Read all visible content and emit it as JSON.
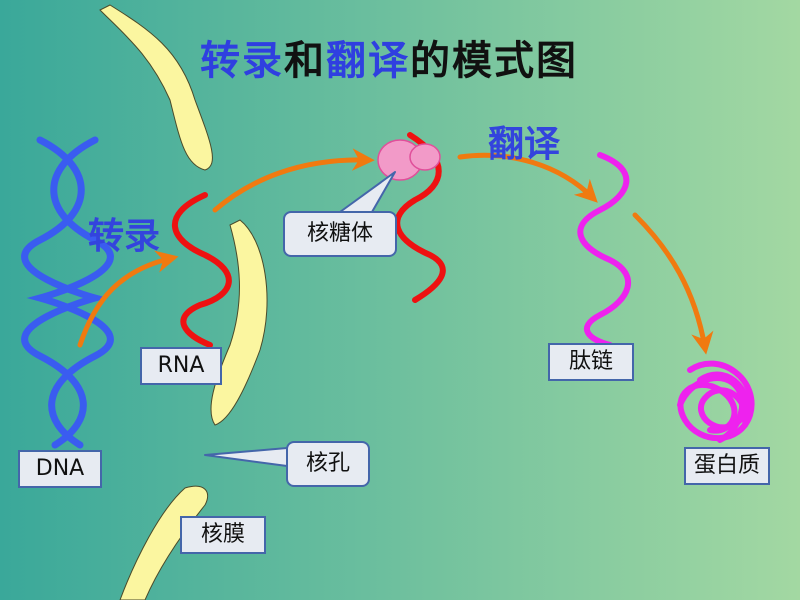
{
  "title": {
    "part1": "转录",
    "part2": "和",
    "part3": "翻译",
    "part4": "的模式图",
    "highlight_color": "#2f3fe0",
    "plain_color": "#111111"
  },
  "labels": {
    "transcription": "转录",
    "translation": "翻译",
    "dna": "DNA",
    "rna": "RNA",
    "ribosome": "核糖体",
    "peptide_chain": "肽链",
    "nuclear_pore": "核孔",
    "nuclear_membrane": "核膜",
    "protein": "蛋白质"
  },
  "colors": {
    "background_left": "#3aa89a",
    "background_right": "#a3d8a2",
    "dna": "#3a5cf0",
    "rna": "#ee1111",
    "membrane": "#fbf6a0",
    "arrow": "#f07a10",
    "ribosome": "#f29ac8",
    "peptide": "#ee22ee"
  }
}
